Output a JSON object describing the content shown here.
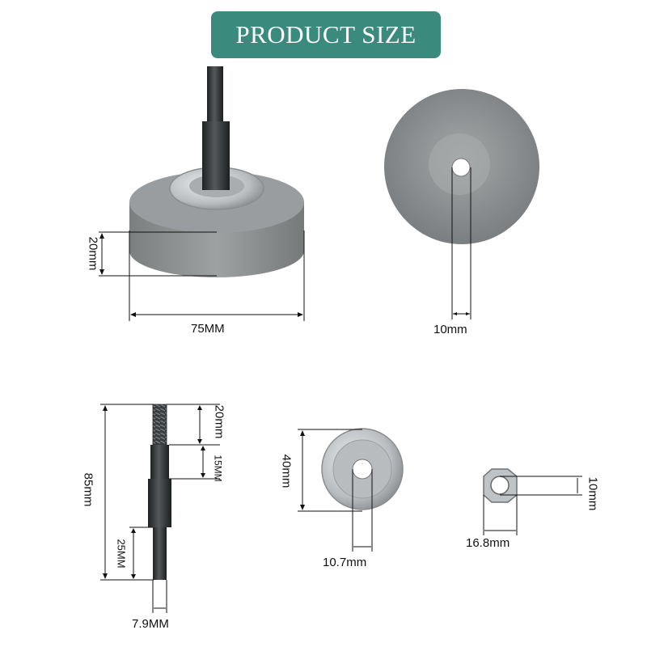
{
  "title": "PRODUCT SIZE",
  "colors": {
    "banner": "#3a8a7d",
    "stone": "#8d9091",
    "metal": "#c9cccf",
    "shaft": "#333638",
    "line": "#111111"
  },
  "dimensions": {
    "wheel_thickness": "20mm",
    "wheel_diameter": "75MM",
    "hole_diameter": "10mm",
    "shaft_length": "85mm",
    "thread_length": "20mm",
    "collar_length": "15MM",
    "shank_length": "25MM",
    "shank_diameter": "7.9MM",
    "washer_diameter": "40mm",
    "washer_hole": "10.7mm",
    "nut_width": "16.8mm",
    "nut_thread": "10mm"
  }
}
